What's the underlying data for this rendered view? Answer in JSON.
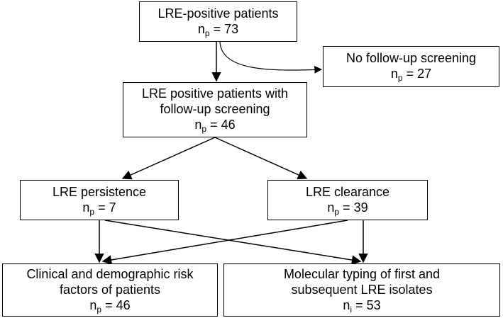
{
  "nodes": {
    "lre_positive": {
      "title": "LRE-positive patients",
      "count_label": "n",
      "count_sub": "p",
      "count_value": "= 73"
    },
    "no_followup": {
      "title": "No follow-up screening",
      "count_label": "n",
      "count_sub": "p",
      "count_value": "= 27"
    },
    "with_followup": {
      "title_line1": "LRE positive patients with",
      "title_line2": "follow-up screening",
      "count_label": "n",
      "count_sub": "p",
      "count_value": "= 46"
    },
    "persistence": {
      "title": "LRE persistence",
      "count_label": "n",
      "count_sub": "p",
      "count_value": "= 7"
    },
    "clearance": {
      "title": "LRE clearance",
      "count_label": "n",
      "count_sub": "p",
      "count_value": "= 39"
    },
    "risk_factors": {
      "title_line1": "Clinical and demographic risk",
      "title_line2": "factors of patients",
      "count_label": "n",
      "count_sub": "p",
      "count_value": "= 46"
    },
    "molecular_typing": {
      "title_line1": "Molecular typing of first and",
      "title_line2": "subsequent LRE isolates",
      "count_label": "n",
      "count_sub": "i",
      "count_value": "= 53"
    }
  },
  "edge_color": "#000000"
}
